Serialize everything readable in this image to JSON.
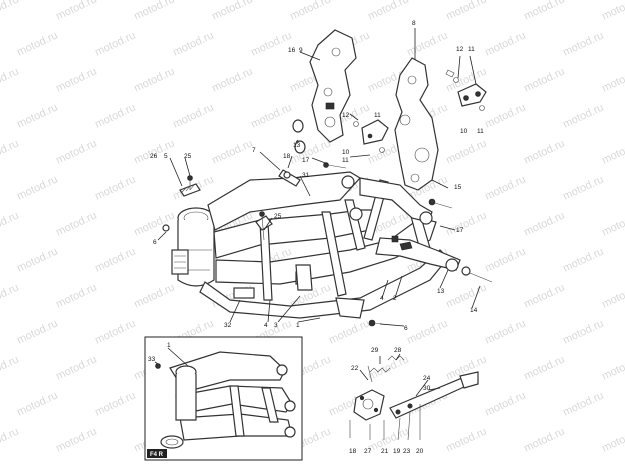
{
  "watermark": "motod.ru",
  "inset_badge": "F4 R",
  "callouts": {
    "c8": "8",
    "c16": "16",
    "c9": "9",
    "c12a": "12",
    "c11a": "11",
    "c11b": "11",
    "c10a": "10",
    "c12b": "12",
    "c11c": "11",
    "c13a": "13",
    "c7": "7",
    "c18": "18",
    "c17a": "17",
    "c10b": "10",
    "c11d": "11",
    "c26": "26",
    "c5": "5",
    "c25a": "25",
    "c31": "31",
    "c15": "15",
    "c25b": "25",
    "c17b": "17",
    "c6a": "6",
    "c4a": "4",
    "c2": "2",
    "c13b": "13",
    "c14": "14",
    "c32": "32",
    "c4b": "4",
    "c3": "3",
    "c1a": "1",
    "c6b": "6",
    "c1b": "1",
    "c33": "33",
    "c29": "29",
    "c28": "28",
    "c22": "22",
    "c24": "24",
    "c30": "30",
    "c18b": "18",
    "c27": "27",
    "c21": "21",
    "c19": "19",
    "c23": "23",
    "c20": "20"
  }
}
